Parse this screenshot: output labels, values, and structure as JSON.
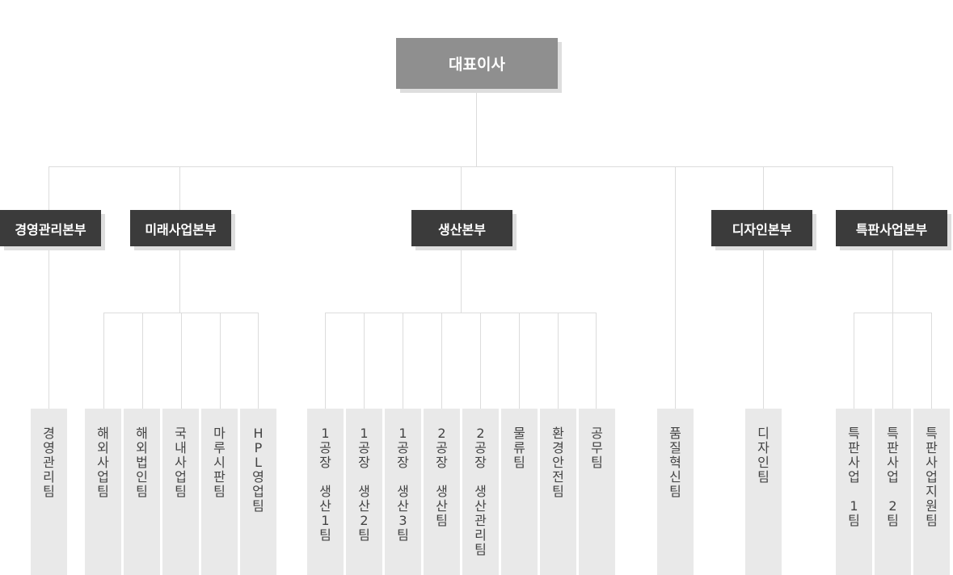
{
  "ceo": "대표이사",
  "divisions": {
    "mgmt": "경영관리본부",
    "future": "미래사업본부",
    "production": "생산본부",
    "design": "디자인본부",
    "special": "특판사업본부"
  },
  "teams": {
    "mgmt": [
      "경\n영\n관\n리\n팀"
    ],
    "future": [
      "해\n외\n사\n업\n팀",
      "해\n외\n법\n인\n팀",
      "국\n내\n사\n업\n팀",
      "마\n루\n시\n판\n팀",
      "H\nP\nL\n영\n업\n팀"
    ],
    "production": [
      "1\n공\n장\n\n생\n산\n1\n팀",
      "1\n공\n장\n\n생\n산\n2\n팀",
      "1\n공\n장\n\n생\n산\n3\n팀",
      "2\n공\n장\n\n생\n산\n팀",
      "2\n공\n장\n\n생\n산\n관\n리\n팀",
      "물\n류\n팀",
      "환\n경\n안\n전\n팀",
      "공\n무\n팀"
    ],
    "quality": [
      "품\n질\n혁\n신\n팀"
    ],
    "design": [
      "디\n자\n인\n팀"
    ],
    "special": [
      "특\n판\n사\n업\n\n1\n팀",
      "특\n판\n사\n업\n\n2\n팀",
      "특\n판\n사\n업\n지\n원\n팀"
    ]
  }
}
